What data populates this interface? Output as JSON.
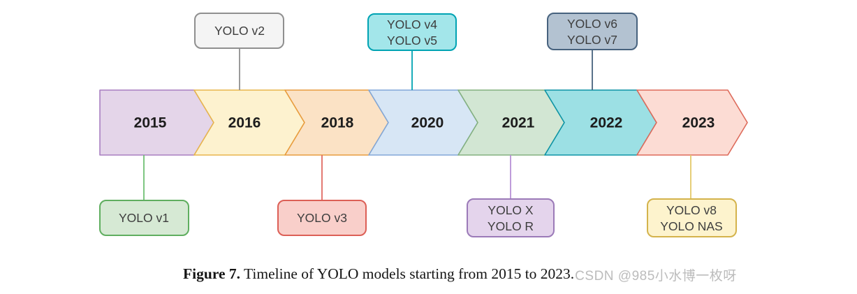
{
  "diagram": {
    "years": [
      {
        "label": "2015",
        "fill": "#e4d5e9",
        "stroke": "#a87fc1"
      },
      {
        "label": "2016",
        "fill": "#fdf2cf",
        "stroke": "#e8b54c"
      },
      {
        "label": "2018",
        "fill": "#fbe2c5",
        "stroke": "#e89c3e"
      },
      {
        "label": "2020",
        "fill": "#d7e6f5",
        "stroke": "#82a7d8"
      },
      {
        "label": "2021",
        "fill": "#d2e6d3",
        "stroke": "#83b07f"
      },
      {
        "label": "2022",
        "fill": "#9ce0e4",
        "stroke": "#0d94a6"
      },
      {
        "label": "2023",
        "fill": "#fcdcd4",
        "stroke": "#dd6a5a"
      }
    ],
    "callouts": [
      {
        "id": "yolo-v2",
        "position": "top",
        "lines": [
          "YOLO v2"
        ],
        "fill": "#f4f4f4",
        "stroke": "#8f8f8f",
        "connector": "#8f8f8f"
      },
      {
        "id": "yolo-v4-v5",
        "position": "top",
        "lines": [
          "YOLO v4",
          "YOLO v5"
        ],
        "fill": "#a3e6ea",
        "stroke": "#00a3b3",
        "connector": "#00a3b3"
      },
      {
        "id": "yolo-v6-v7",
        "position": "top",
        "lines": [
          "YOLO v6",
          "YOLO v7"
        ],
        "fill": "#b3c2d1",
        "stroke": "#47627e",
        "connector": "#47627e"
      },
      {
        "id": "yolo-v1",
        "position": "bottom",
        "lines": [
          "YOLO v1"
        ],
        "fill": "#d6e9d4",
        "stroke": "#5fae5f",
        "connector": "#6fbf73"
      },
      {
        "id": "yolo-v3",
        "position": "bottom",
        "lines": [
          "YOLO v3"
        ],
        "fill": "#f9cfca",
        "stroke": "#dc5f56",
        "connector": "#e06a62"
      },
      {
        "id": "yolo-x-r",
        "position": "bottom",
        "lines": [
          "YOLO X",
          "YOLO R"
        ],
        "fill": "#e4d4ec",
        "stroke": "#9b7ab8",
        "connector": "#b891d6"
      },
      {
        "id": "yolo-v8-nas",
        "position": "bottom",
        "lines": [
          "YOLO v8",
          "YOLO NAS"
        ],
        "fill": "#fdf3cd",
        "stroke": "#d4b34c",
        "connector": "#e3c96a"
      }
    ]
  },
  "caption": {
    "label": "Figure 7.",
    "text": " Timeline of YOLO models starting from 2015 to 2023."
  },
  "watermark": "CSDN @985小水博一枚呀"
}
